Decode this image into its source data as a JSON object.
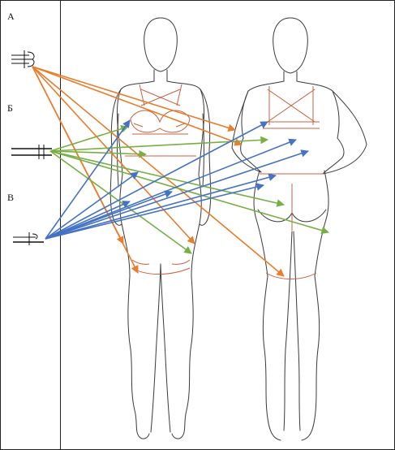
{
  "labels": {
    "a": "А",
    "b": "Б",
    "v": "В"
  },
  "colors": {
    "frame": "#222222",
    "figure_outline": "#3a3a3a",
    "seam": "#c8603f",
    "arrow_orange": "#ec7c2c",
    "arrow_green": "#76b043",
    "arrow_blue": "#4472c4"
  },
  "icons": {
    "a": "overlock-stitch-symbol",
    "b": "double-needle-stitch-symbol",
    "v": "single-needle-stitch-symbol"
  }
}
